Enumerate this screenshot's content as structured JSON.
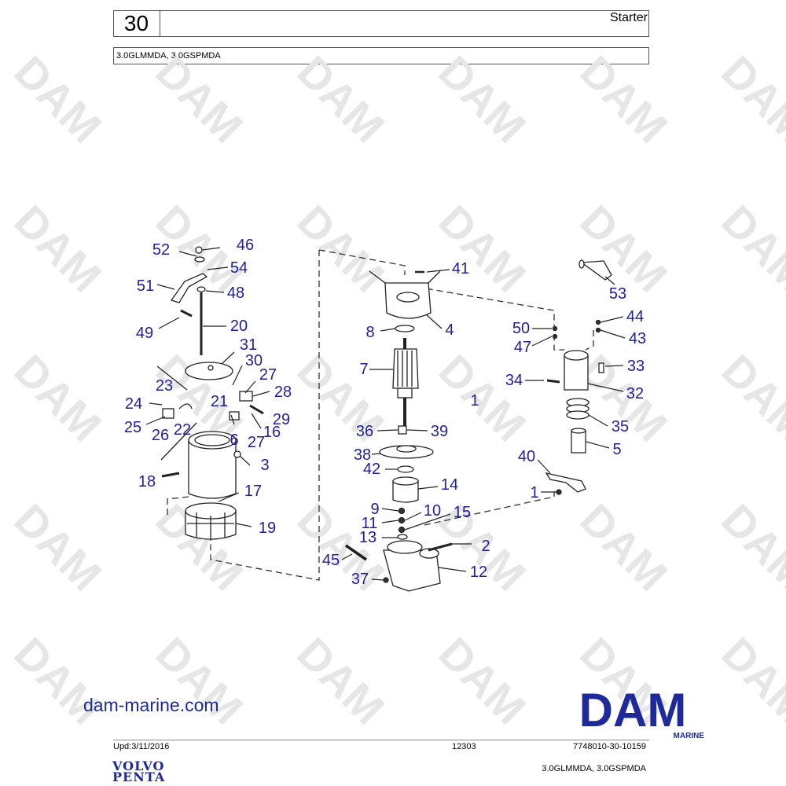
{
  "header": {
    "section_number": "30",
    "title": "Starter",
    "models": "3.0GLMMDA, 3.0GSPMDA"
  },
  "watermark": {
    "text": "DAM"
  },
  "callouts": [
    "52",
    "46",
    "54",
    "51",
    "48",
    "49",
    "20",
    "31",
    "30",
    "27",
    "28",
    "23",
    "24",
    "21",
    "25",
    "26",
    "22",
    "29",
    "16",
    "6",
    "27",
    "3",
    "18",
    "17",
    "19",
    "41",
    "4",
    "8",
    "7",
    "1",
    "36",
    "39",
    "38",
    "42",
    "14",
    "9",
    "10",
    "15",
    "11",
    "13",
    "2",
    "45",
    "12",
    "37",
    "53",
    "44",
    "50",
    "47",
    "43",
    "33",
    "34",
    "32",
    "35",
    "5",
    "40",
    "1"
  ],
  "footer": {
    "website": "dam-marine.com",
    "brand_logo_text": "DAM",
    "brand_logo_subtext": "MARINE",
    "updated": "Upd:3/11/2016",
    "page": "12303",
    "doc_number": "7748010-30-10159",
    "models": "3.0GLMMDA, 3.0GSPMDA",
    "volvo_logo_line1": "VOLVO",
    "volvo_logo_line2": "PENTA"
  },
  "colors": {
    "callout": "#1f1f9e",
    "logo": "#1f2a9a",
    "watermark": "#e6e6e6"
  }
}
